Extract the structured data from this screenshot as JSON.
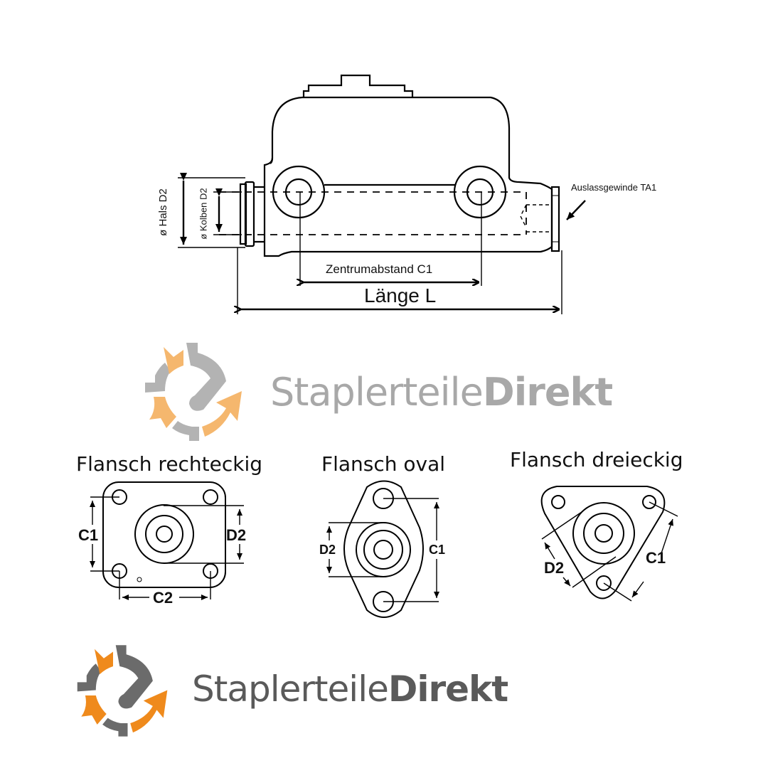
{
  "main_drawing": {
    "label_hals": "ø Hals D2",
    "label_kolben": "ø Kolben D2",
    "label_outlet": "Auslassgewinde TA1",
    "label_center_distance": "Zentrumabstand C1",
    "label_length": "Länge L"
  },
  "logo_top": {
    "name_light": "Staplerteile",
    "name_bold": "Direkt",
    "colors": {
      "gray": "#b3b3b3",
      "orange": "#f5b76e",
      "text": "#a8a8a8"
    }
  },
  "flanges": [
    {
      "title": "Flansch rechteckig",
      "dims": [
        "C1",
        "D2",
        "C2"
      ]
    },
    {
      "title": "Flansch oval",
      "dims": [
        "D2",
        "C1"
      ]
    },
    {
      "title": "Flansch dreieckig",
      "dims": [
        "D2",
        "C1"
      ]
    }
  ],
  "logo_bottom": {
    "name_light": "Staplerteile",
    "name_bold": "Direkt",
    "colors": {
      "gray": "#6b6b6b",
      "orange": "#ef8a1c",
      "text": "#5a5a5a"
    }
  }
}
